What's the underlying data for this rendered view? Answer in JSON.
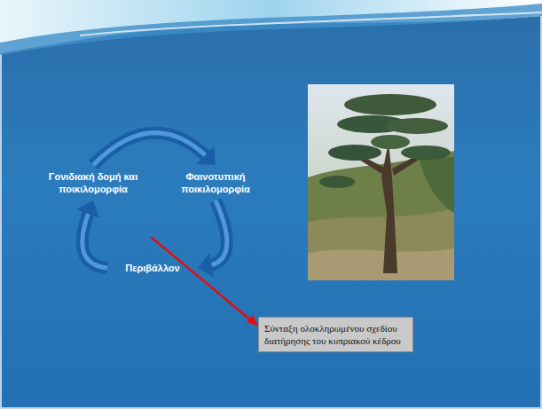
{
  "diagram": {
    "nodes": [
      {
        "text": [
          "Γονιδιακή δομή και ποικιλομορφία"
        ]
      },
      {
        "text": [
          "Φαινοτυπική ποικιλομορφία"
        ]
      },
      {
        "text": [
          "Περιβάλλον"
        ]
      },
      {
        "text": [
          "Σύνταξη ολοκληρωμένου σχεδίου διατήρησης του κυπριακού κέδρου"
        ]
      }
    ],
    "edges": [
      {
        "from": 0,
        "to": 1,
        "arrow": "to"
      },
      {
        "from": 1,
        "to": 2,
        "arrow": "to"
      },
      {
        "from": 2,
        "to": 0,
        "arrow": "to"
      }
    ]
  }
}
